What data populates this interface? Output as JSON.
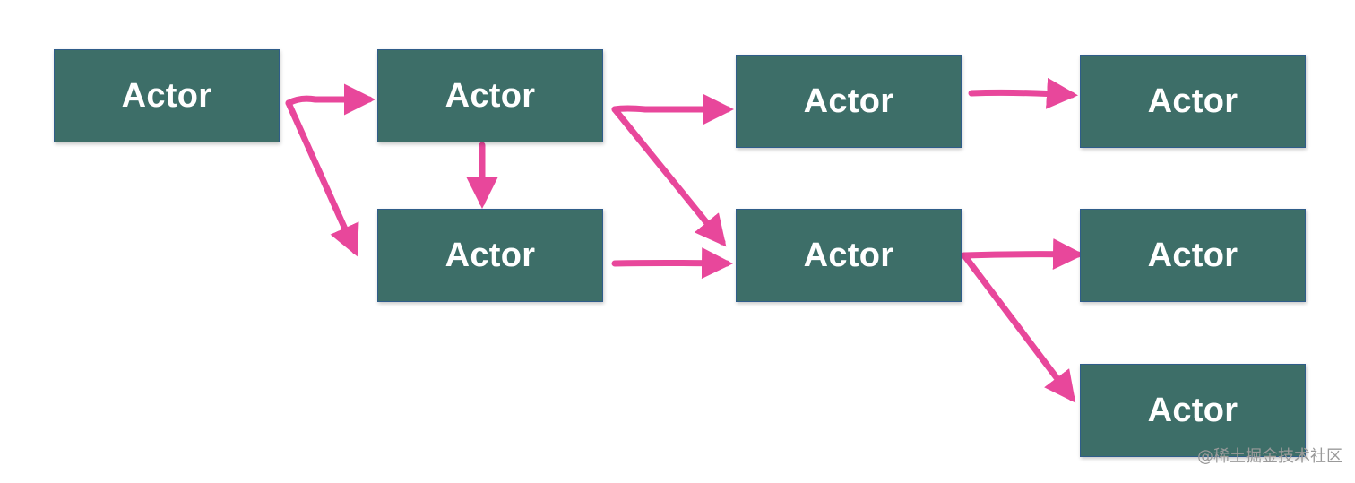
{
  "diagram": {
    "nodes": [
      {
        "id": "n1",
        "label": "Actor"
      },
      {
        "id": "n2",
        "label": "Actor"
      },
      {
        "id": "n3",
        "label": "Actor"
      },
      {
        "id": "n4",
        "label": "Actor"
      },
      {
        "id": "n5",
        "label": "Actor"
      },
      {
        "id": "n6",
        "label": "Actor"
      },
      {
        "id": "n7",
        "label": "Actor"
      },
      {
        "id": "n8",
        "label": "Actor"
      }
    ],
    "edges": [
      {
        "from": "n1",
        "to": "n2"
      },
      {
        "from": "n1",
        "to": "n3"
      },
      {
        "from": "n2",
        "to": "n3"
      },
      {
        "from": "n2",
        "to": "n4"
      },
      {
        "from": "n2",
        "to": "n5"
      },
      {
        "from": "n3",
        "to": "n5"
      },
      {
        "from": "n4",
        "to": "n6"
      },
      {
        "from": "n5",
        "to": "n7"
      },
      {
        "from": "n5",
        "to": "n8"
      }
    ],
    "colors": {
      "node_fill": "#3d6e68",
      "node_text": "#ffffff",
      "arrow": "#e8479b"
    }
  },
  "watermark": {
    "text": "@稀土掘金技术社区"
  }
}
